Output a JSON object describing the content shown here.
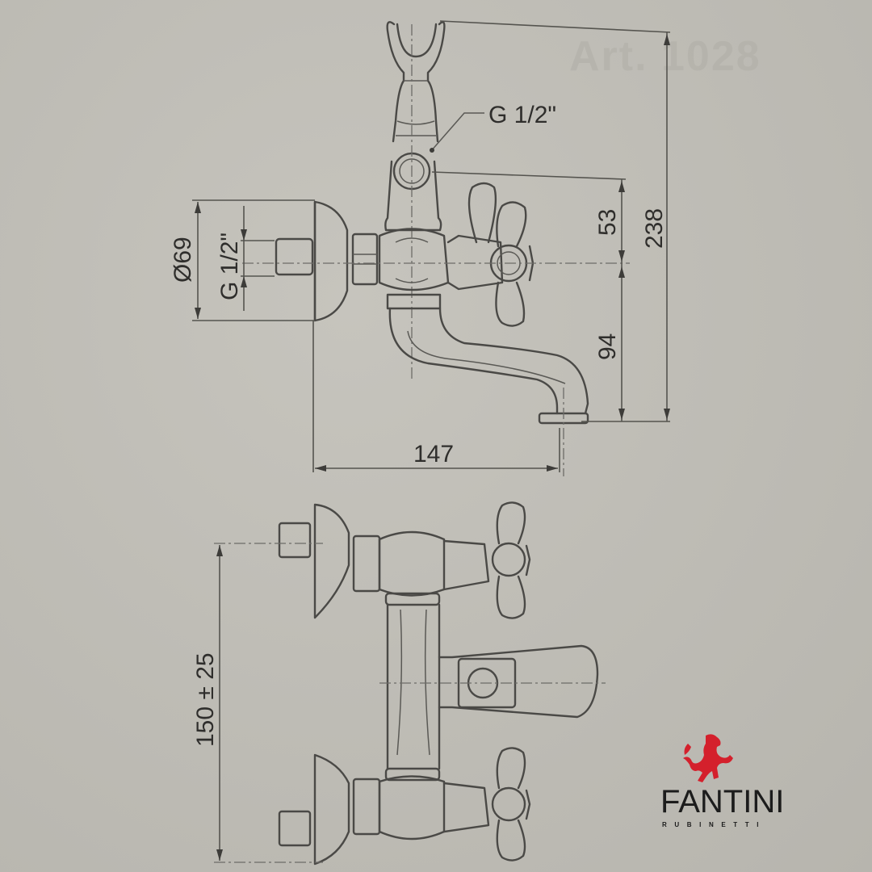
{
  "drawing": {
    "subject": "Wall-mounted bath mixer with hand-shower holder (technical drawing)",
    "background_color": "#bdbbb4",
    "line_color": "#4a4946",
    "views": [
      {
        "name": "side-view",
        "dimensions": {
          "shower_holder_thread": "G 1/2\"",
          "rosette_diameter": "Ø69",
          "inlet_thread": "G 1/2\"",
          "upper_height": "53",
          "total_height": "238",
          "spout_drop": "94",
          "spout_projection": "147"
        }
      },
      {
        "name": "front-view",
        "dimensions": {
          "inlet_centers": "150 ± 25"
        }
      }
    ]
  },
  "labels": {
    "g_half_top": "G 1/2\"",
    "phi69": "Ø69",
    "g_half_side": "G 1/2\"",
    "d53": "53",
    "d238": "238",
    "d94": "94",
    "d147": "147",
    "d150": "150 ± 25"
  },
  "ghost_text": "Art. 1028",
  "brand": {
    "name": "FANTINI",
    "subtitle": "RUBINETTI",
    "logo_color": "#d4202c",
    "logo_icon": "prancing-horse-icon"
  }
}
